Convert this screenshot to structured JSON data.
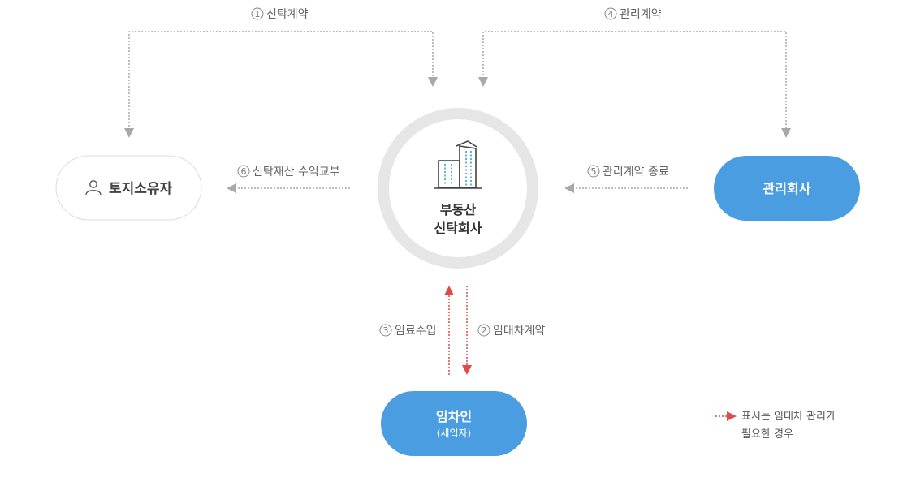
{
  "nodes": {
    "landowner": "토지소유자",
    "trust_company_line1": "부동산",
    "trust_company_line2": "신탁회사",
    "management_company": "관리회사",
    "tenant": "임차인",
    "tenant_sub": "(세입자)"
  },
  "flows": [
    {
      "num": "1",
      "label": "신탁계약"
    },
    {
      "num": "2",
      "label": "임대차계약"
    },
    {
      "num": "3",
      "label": "임료수입"
    },
    {
      "num": "4",
      "label": "관리계약"
    },
    {
      "num": "5",
      "label": "관리계약 종료"
    },
    {
      "num": "6",
      "label": "신탁재산 수익교부"
    }
  ],
  "legend": {
    "line1": "표시는 임대차 관리가",
    "line2": "필요한 경우"
  },
  "colors": {
    "gray_arrow": "#a8a8a8",
    "red_arrow": "#e24a4a",
    "blue_node": "#4a9de0",
    "ring": "#e6e6e6"
  },
  "icons": {
    "landowner": "person-icon",
    "trust_company": "building-icon"
  }
}
